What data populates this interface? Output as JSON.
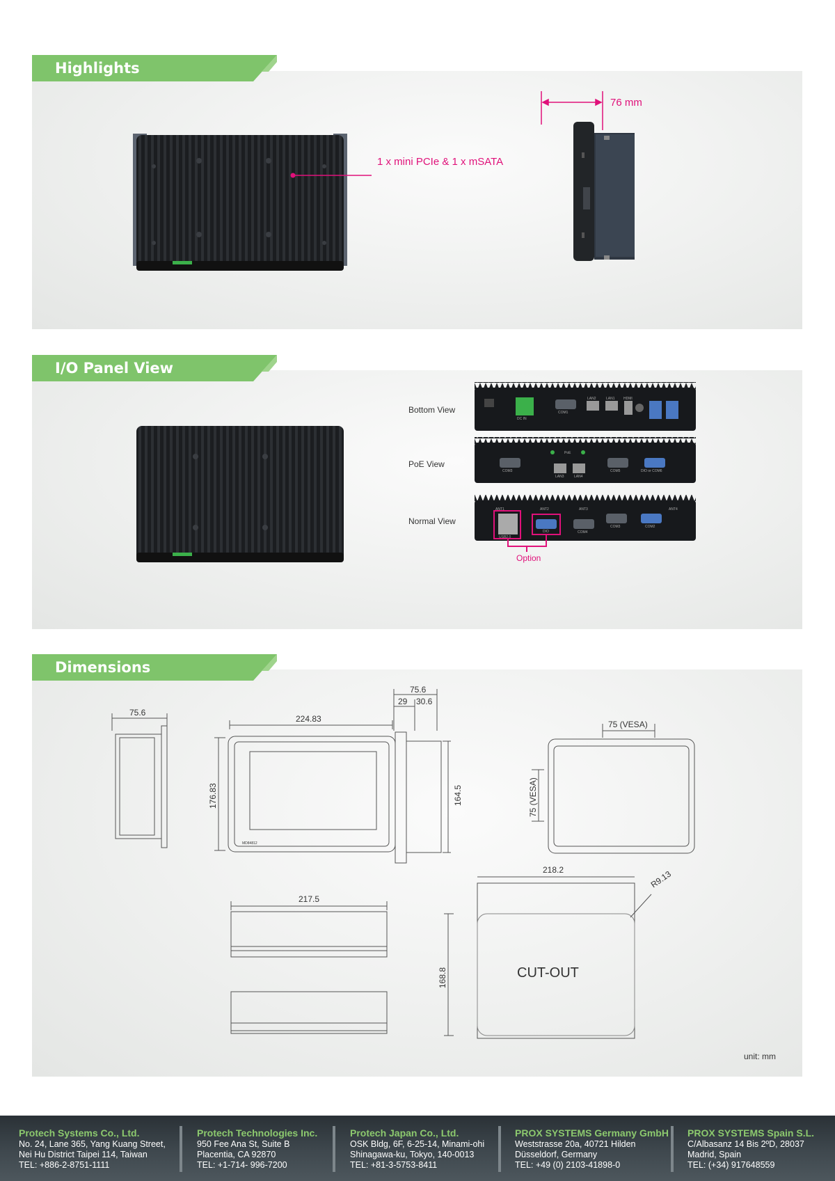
{
  "sections": {
    "highlights": {
      "title": "Highlights",
      "callout_mini_pcie": "1 x mini PCIe & 1 x mSATA",
      "callout_depth": "76 mm"
    },
    "io_panel": {
      "title": "I/O Panel View",
      "bottom_view": "Bottom View",
      "poe_view": "PoE View",
      "normal_view": "Normal View",
      "option": "Option",
      "labels": {
        "com1": "COM1",
        "lan2": "LAN2",
        "lan1": "LAN1",
        "hdmi": "HDMI",
        "dc_in": "DC IN",
        "poe": "PoE",
        "com3": "COM3",
        "lan3": "LAN3",
        "lan4": "LAN4",
        "com5": "COM5",
        "dio_com6": "DIO or COM6",
        "ant1": "ANT1",
        "ant2": "ANT2",
        "ant3": "ANT3",
        "ant4": "ANT4",
        "usb2": "USB2.0",
        "dio": "DIO",
        "com4": "COM4",
        "com2": "COM2"
      }
    },
    "dimensions": {
      "title": "Dimensions",
      "d_side_depth": "75.6",
      "d_front_width": "224.83",
      "d_front_height": "176.83",
      "d_side2_depth": "75.6",
      "d_side2_a": "29",
      "d_side2_b": "30.6",
      "d_side2_height": "164.5",
      "d_vesa_h": "75 (VESA)",
      "d_vesa_v": "75 (VESA)",
      "d_bottom_width": "217.5",
      "d_cutout_width": "218.2",
      "d_cutout_radius": "R9.13",
      "d_cutout_height": "168.8",
      "cutout_label": "CUT-OUT",
      "model_label": "MD84812",
      "unit": "unit: mm"
    }
  },
  "footer": {
    "offices": [
      {
        "company": "Protech Systems Co., Ltd.",
        "line1": "No. 24, Lane 365, Yang Kuang Street,",
        "line2": "Nei Hu District Taipei 114, Taiwan",
        "line3": "TEL: +886-2-8751-1111"
      },
      {
        "company": "Protech Technologies Inc.",
        "line1": "950 Fee Ana St, Suite B",
        "line2": "Placentia, CA 92870",
        "line3": "TEL: +1-714- 996-7200"
      },
      {
        "company": "Protech Japan Co., Ltd.",
        "line1": "OSK Bldg, 6F, 6-25-14, Minami-ohi",
        "line2": "Shinagawa-ku, Tokyo, 140-0013",
        "line3": "TEL: +81-3-5753-8411"
      },
      {
        "company": "PROX SYSTEMS Germany GmbH",
        "line1": "Weststrasse 20a, 40721 Hilden",
        "line2": "Düsseldorf, Germany",
        "line3": "TEL: +49 (0) 2103-41898-0"
      },
      {
        "company": "PROX SYSTEMS Spain S.L.",
        "line1": "C/Albasanz 14 Bis 2ºD, 28037",
        "line2": "Madrid, Spain",
        "line3": "TEL: (+34) 917648559"
      }
    ]
  },
  "colors": {
    "banner_green": "#7fc46b",
    "accent_magenta": "#e0117a",
    "footer_company_green": "#8cc96e",
    "footer_bg": "#3f484e"
  }
}
